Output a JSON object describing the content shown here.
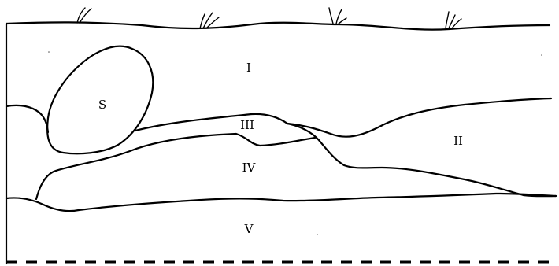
{
  "labels": {
    "layer_1": "I",
    "layer_2": "II",
    "layer_3": "III",
    "layer_4": "IV",
    "layer_5": "V",
    "stone": "S"
  }
}
